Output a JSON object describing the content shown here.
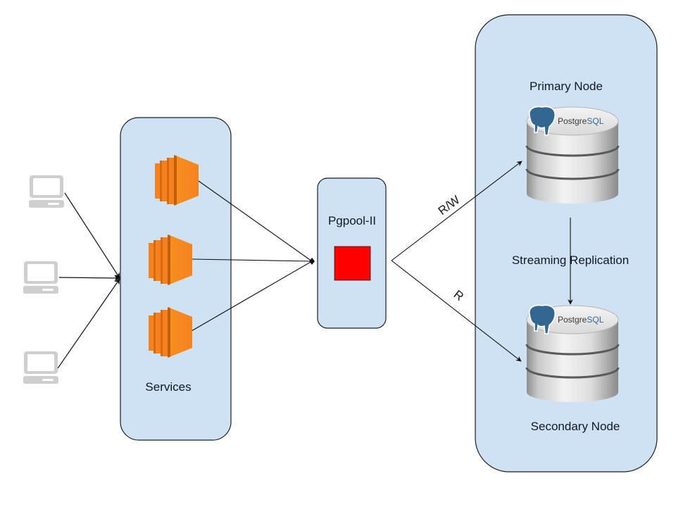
{
  "diagram": {
    "title": "",
    "colors": {
      "container_fill": "#cfe2f3",
      "container_stroke": "#1f1f1f",
      "pgpool_square": "#ff0000",
      "server_orange": "#f58220",
      "client_gray": "#c9c9c9",
      "edge": "#111111",
      "pg_blue": "#336791"
    },
    "clients": [
      {
        "id": "client-1",
        "icon": "laptop-icon"
      },
      {
        "id": "client-2",
        "icon": "laptop-icon"
      },
      {
        "id": "client-3",
        "icon": "laptop-icon"
      }
    ],
    "services": {
      "label": "Services",
      "instances": [
        {
          "id": "service-1",
          "icon": "aws-ec2-instance-icon"
        },
        {
          "id": "service-2",
          "icon": "aws-ec2-instance-icon"
        },
        {
          "id": "service-3",
          "icon": "aws-ec2-instance-icon"
        }
      ]
    },
    "pgpool": {
      "label": "Pgpool-II",
      "icon": "red-square-icon"
    },
    "cluster": {
      "primary": {
        "label": "Primary Node",
        "logo_text_a": "Postgre",
        "logo_text_b": "SQL",
        "icon": "postgresql-database-icon"
      },
      "secondary": {
        "label": "Secondary Node",
        "logo_text_a": "Postgre",
        "logo_text_b": "SQL",
        "icon": "postgresql-database-icon"
      },
      "replication_label": "Streaming Replication"
    },
    "edges": [
      {
        "from": "client-1",
        "to": "services",
        "label": ""
      },
      {
        "from": "client-2",
        "to": "services",
        "label": ""
      },
      {
        "from": "client-3",
        "to": "services",
        "label": ""
      },
      {
        "from": "service-1",
        "to": "pgpool",
        "label": ""
      },
      {
        "from": "service-2",
        "to": "pgpool",
        "label": ""
      },
      {
        "from": "service-3",
        "to": "pgpool",
        "label": ""
      },
      {
        "from": "pgpool",
        "to": "primary",
        "label": "R/W"
      },
      {
        "from": "pgpool",
        "to": "secondary",
        "label": "R"
      },
      {
        "from": "primary",
        "to": "secondary",
        "label": "Streaming Replication"
      }
    ]
  }
}
